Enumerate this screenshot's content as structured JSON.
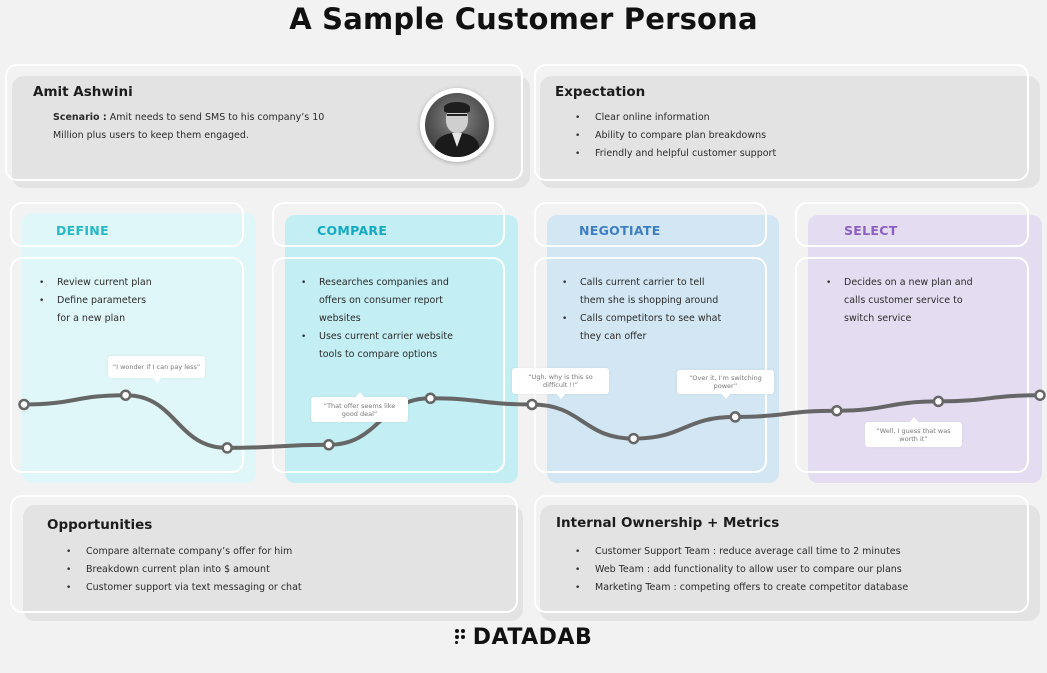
{
  "title": "A Sample Customer Persona",
  "persona": {
    "name": "Amit Ashwini",
    "scenario_label": "Scenario :",
    "scenario_line1": "Amit needs to send SMS to his company’s 10",
    "scenario_line2": "Million plus users to keep them engaged."
  },
  "expectation": {
    "title": "Expectation",
    "items": [
      "Clear online information",
      "Ability to compare plan breakdowns",
      "Friendly and helpful customer support"
    ]
  },
  "stages": [
    {
      "name": "DEFINE",
      "color": "#25b8c8",
      "bg": "#dff7f8",
      "lines": [
        [
          "Review current plan"
        ],
        [
          "Define parameters",
          "for a new plan"
        ]
      ]
    },
    {
      "name": "COMPARE",
      "color": "#14a9c2",
      "bg": "#c3eef4",
      "lines": [
        [
          "Researches companies and",
          "offers on consumer report",
          "websites"
        ],
        [
          "Uses current carrier website",
          "tools to compare options"
        ]
      ]
    },
    {
      "name": "NEGOTIATE",
      "color": "#3e7fc1",
      "bg": "#d2e6f3",
      "lines": [
        [
          "Calls current carrier to tell",
          "them she is shopping around"
        ],
        [
          "Calls competitors to see what",
          "they can offer"
        ]
      ]
    },
    {
      "name": "SELECT",
      "color": "#8c5fc0",
      "bg": "#e4dcf1",
      "lines": [
        [
          "Decides on a new plan and",
          "calls customer service to",
          "switch service"
        ]
      ]
    }
  ],
  "quotes": [
    "“I wonder if I can pay less”",
    "“That offer seems like good deal”",
    "“Ugh, why is this so difficult !!”",
    "“Over it, I’m switching power”",
    "“Well, I guess that was worth it”"
  ],
  "journey": {
    "x": [
      0,
      1,
      2,
      3,
      4,
      5,
      6,
      7,
      8,
      9,
      10
    ],
    "y": [
      0.75,
      0.9,
      0.05,
      0.1,
      0.85,
      0.75,
      0.2,
      0.55,
      0.65,
      0.8,
      0.9
    ],
    "line_color": "#666666"
  },
  "opportunities": {
    "title": "Opportunities",
    "items": [
      "Compare alternate company’s offer for him",
      "Breakdown current plan into $ amount",
      "Customer support via text messaging or chat"
    ]
  },
  "ownership": {
    "title": "Internal Ownership + Metrics",
    "items": [
      "Customer Support Team : reduce average call time to 2 minutes",
      "Web Team : add functionality to allow user to compare our plans",
      "Marketing Team : competing offers to create competitor database"
    ]
  },
  "logo": "DATADAB"
}
